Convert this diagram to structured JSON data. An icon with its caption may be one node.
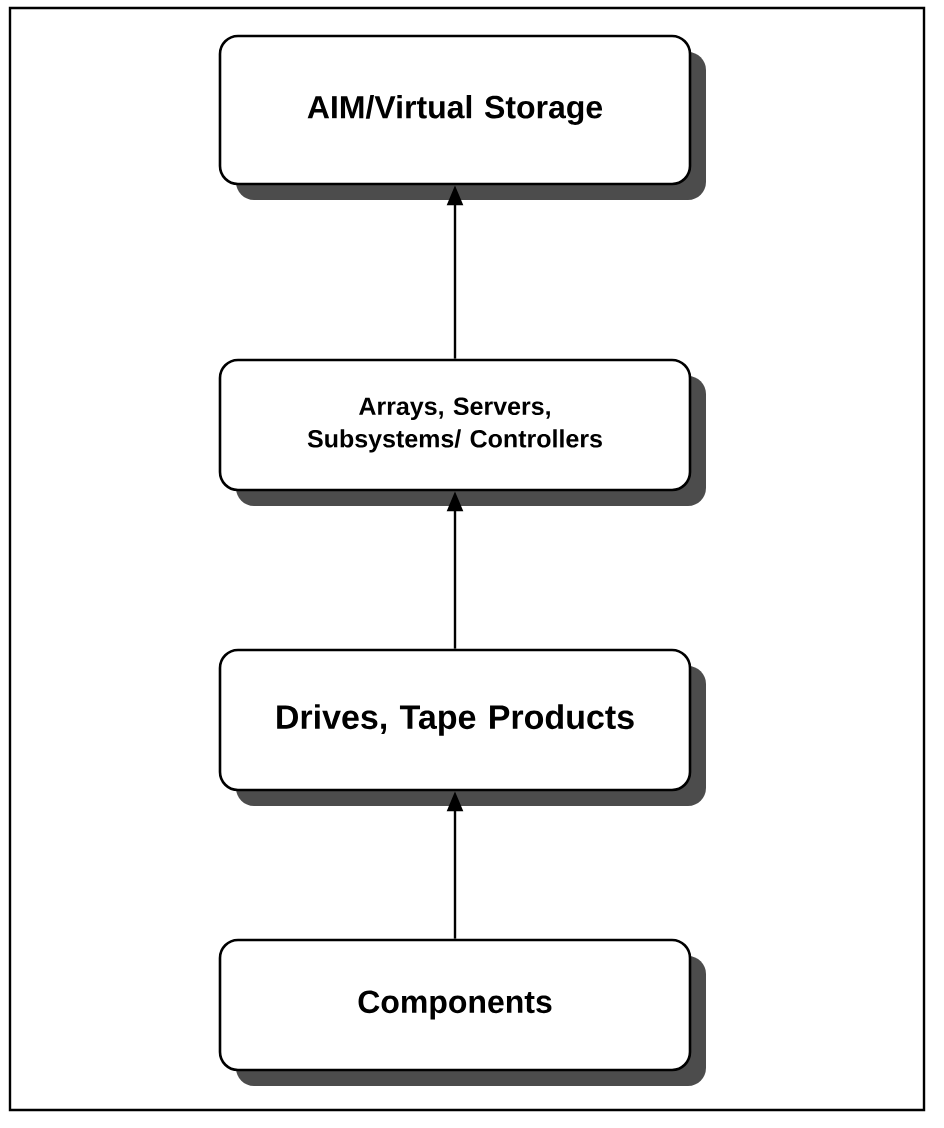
{
  "diagram": {
    "nodes": [
      {
        "text": [
          "AIM/Virtual Storage"
        ]
      },
      {
        "text": [
          "Arrays, Servers, Subsystems/ Controllers"
        ]
      },
      {
        "text": [
          "Drives, Tape Products"
        ]
      },
      {
        "text": [
          "Components"
        ]
      }
    ],
    "edges": [
      {
        "from": 3,
        "to": 2,
        "arrow": "to"
      },
      {
        "from": 2,
        "to": 1,
        "arrow": "to"
      },
      {
        "from": 1,
        "to": 0,
        "arrow": "to"
      }
    ]
  }
}
